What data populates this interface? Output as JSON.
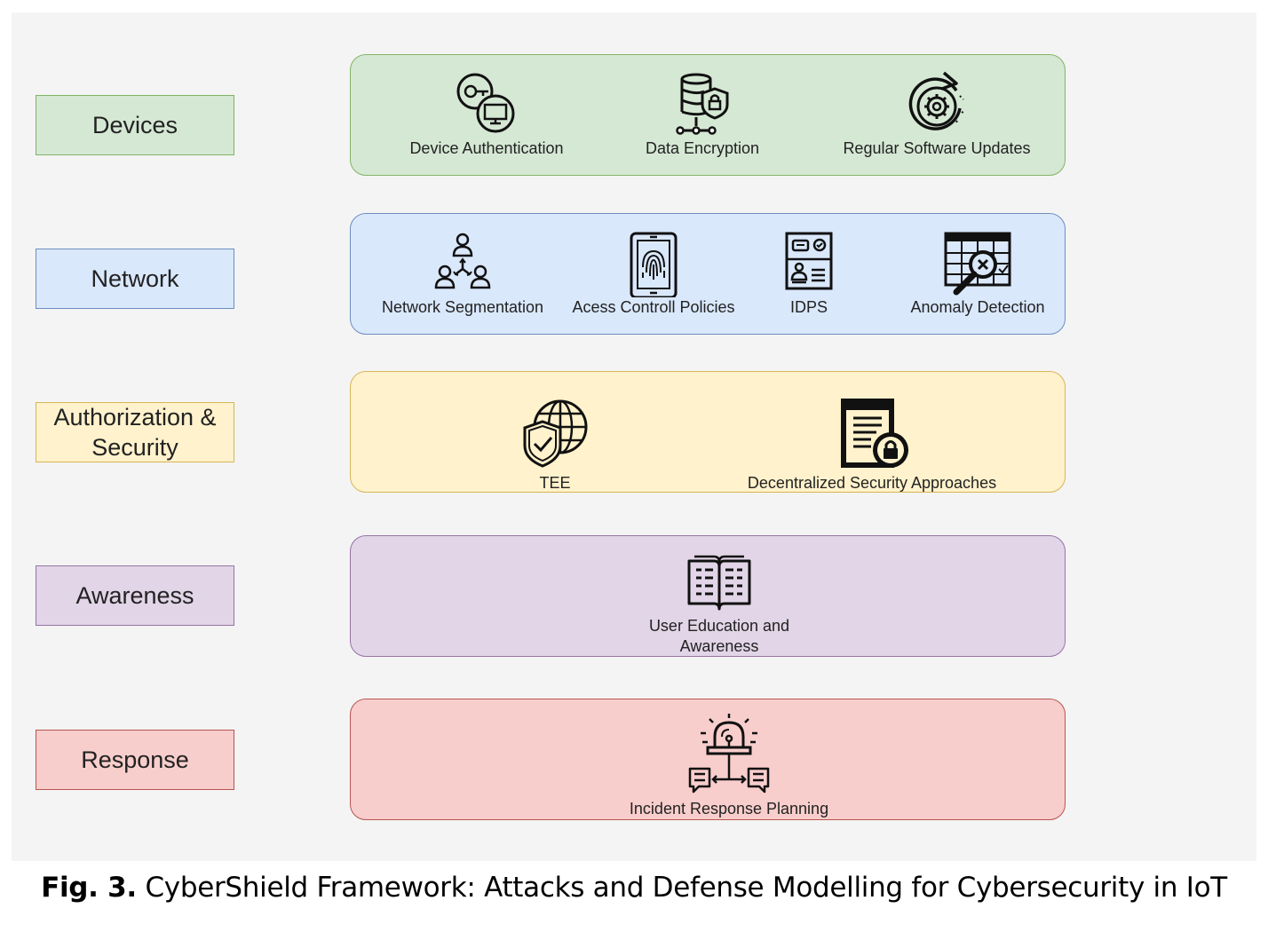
{
  "layers": [
    {
      "label": "Devices",
      "fill": "#d5e8d4",
      "stroke": "#82b366",
      "items": [
        "Device Authentication",
        "Data Encryption",
        "Regular Software Updates"
      ]
    },
    {
      "label": "Network",
      "fill": "#dae8fc",
      "stroke": "#6c8ebf",
      "items": [
        "Network Segmentation",
        "Acess Controll Policies",
        "IDPS",
        "Anomaly Detection"
      ]
    },
    {
      "label": "Authorization & Security",
      "fill": "#fff2cc",
      "stroke": "#d6b656",
      "items": [
        "TEE",
        "Decentralized Security Approaches"
      ]
    },
    {
      "label": "Awareness",
      "fill": "#e1d5e7",
      "stroke": "#9673a6",
      "items": [
        "User Education and Awareness"
      ]
    },
    {
      "label": "Response",
      "fill": "#f8cecc",
      "stroke": "#b85450",
      "items": [
        "Incident Response Planning"
      ]
    }
  ],
  "icons": {
    "device_authentication": "key-monitor-icon",
    "data_encryption": "database-lock-icon",
    "regular_software_updates": "gear-refresh-icon",
    "network_segmentation": "user-network-icon",
    "access_control_policies": "fingerprint-tablet-icon",
    "idps": "id-card-icon",
    "anomaly_detection": "magnifier-grid-icon",
    "tee": "globe-shield-icon",
    "decentralized_security": "document-lock-icon",
    "user_education": "open-book-icon",
    "incident_response": "alarm-chat-icon"
  },
  "caption": {
    "label": "Fig. 3.",
    "text": " CyberShield Framework: Attacks and Defense Modelling for Cybersecurity in IoT"
  }
}
